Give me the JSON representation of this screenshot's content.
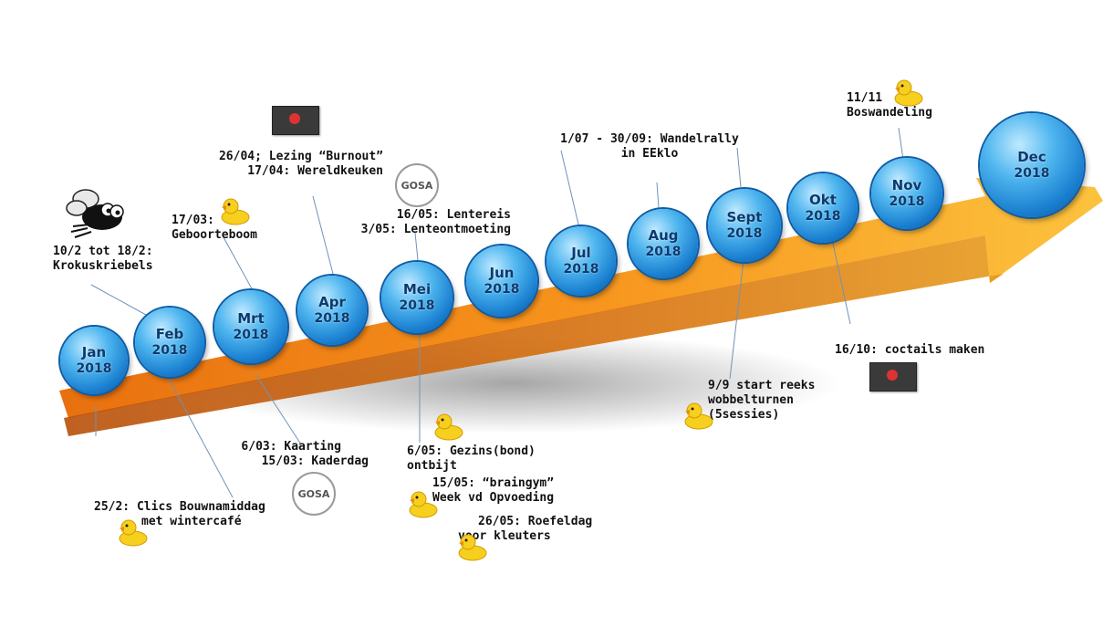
{
  "months": [
    {
      "name": "Jan",
      "year": "2018"
    },
    {
      "name": "Feb",
      "year": "2018"
    },
    {
      "name": "Mrt",
      "year": "2018"
    },
    {
      "name": "Apr",
      "year": "2018"
    },
    {
      "name": "Mei",
      "year": "2018"
    },
    {
      "name": "Jun",
      "year": "2018"
    },
    {
      "name": "Jul",
      "year": "2018"
    },
    {
      "name": "Aug",
      "year": "2018"
    },
    {
      "name": "Sept",
      "year": "2018"
    },
    {
      "name": "Okt",
      "year": "2018"
    },
    {
      "name": "Nov",
      "year": "2018"
    },
    {
      "name": "Dec",
      "year": "2018"
    }
  ],
  "events": {
    "krokus": [
      "10/2 tot 18/2:",
      "Krokuskriebels"
    ],
    "geboorteboom": [
      "17/03:",
      "Geboorteboom"
    ],
    "burnout": [
      "26/04; Lezing “Burnout”",
      "17/04: Wereldkeuken"
    ],
    "lente": [
      "16/05: Lentereis",
      "3/05: Lenteontmoeting"
    ],
    "wandelrally": [
      "1/07 - 30/09: Wandelrally",
      "in EEklo"
    ],
    "boswandeling": [
      "11/11",
      "Boswandeling"
    ],
    "clics": [
      "25/2: Clics Bouwnamiddag",
      "met wintercafé"
    ],
    "kaarting": [
      "6/03: Kaarting",
      "15/03: Kaderdag"
    ],
    "gezinsbond": [
      "6/05: Gezins(bond)",
      "ontbijt"
    ],
    "braingym": [
      "15/05: “braingym”",
      "Week vd Opvoeding"
    ],
    "roefeldag": [
      "26/05: Roefeldag",
      "voor kleuters"
    ],
    "wobbel": [
      "9/9 start reeks",
      "wobbelturnen",
      "(5sessies)"
    ],
    "coctails": [
      "16/10: coctails maken"
    ]
  },
  "logos": {
    "gosa": "GOSA"
  },
  "colors": {
    "arrow_orange": "#f7941d",
    "arrow_yellow": "#fcc23e",
    "bubble_blue": "#1a8ad8",
    "connector": "#6f93b8"
  }
}
